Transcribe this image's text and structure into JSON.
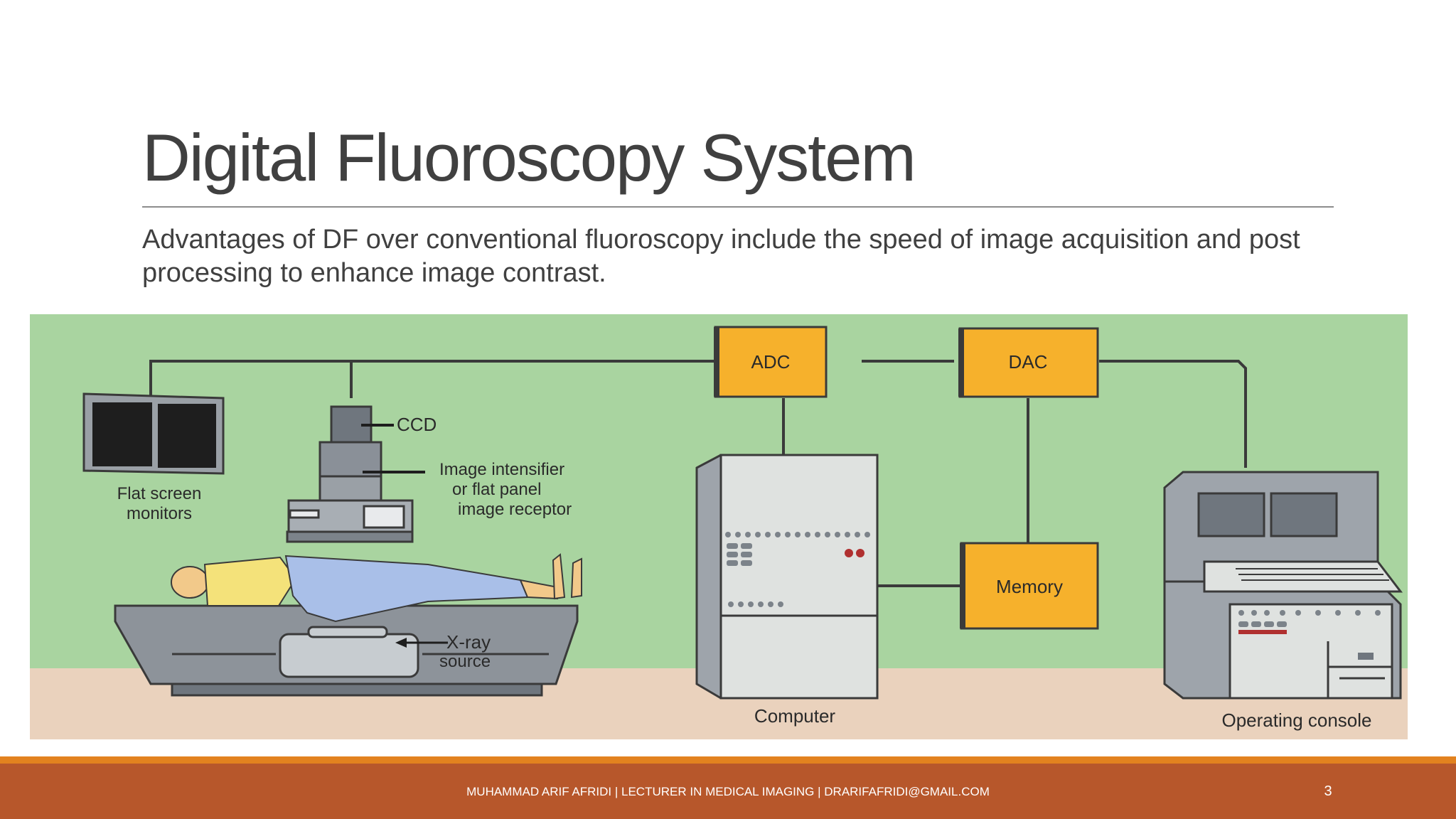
{
  "slide": {
    "title": "Digital Fluoroscopy System",
    "body": "Advantages of DF over conventional fluoroscopy include the speed of image acquisition and post processing to enhance image contrast."
  },
  "diagram": {
    "labels": {
      "adc": "ADC",
      "dac": "DAC",
      "ccd": "CCD",
      "intensifier_1": "Image intensifier",
      "intensifier_2": "or flat panel",
      "intensifier_3": "image receptor",
      "monitors_1": "Flat screen",
      "monitors_2": "monitors",
      "xray_1": "X-ray",
      "xray_2": "source",
      "computer": "Computer",
      "memory": "Memory",
      "console": "Operating console"
    },
    "colors": {
      "wall": "#a9d4a0",
      "floor": "#ead2bd",
      "box": "#f6b12c",
      "equipment": "#9ea4ab"
    }
  },
  "footer": {
    "text": "MUHAMMAD ARIF AFRIDI | LECTURER IN MEDICAL IMAGING | DRARIFAFRIDI@GMAIL.COM",
    "page_number": "3"
  }
}
